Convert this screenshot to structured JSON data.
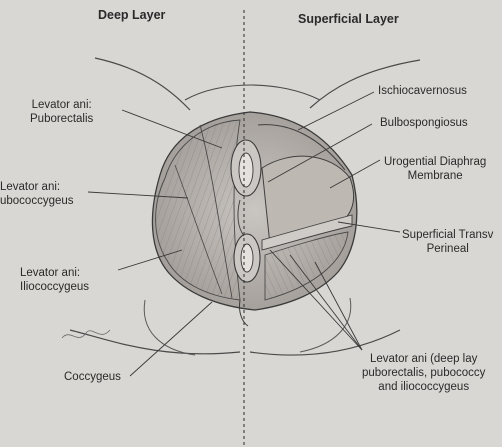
{
  "headings": {
    "deep": "Deep Layer",
    "superficial": "Superficial Layer"
  },
  "labels": {
    "puborectalis": "Levator ani:\nPuborectalis",
    "pubococcygeus": "Levator ani:\nubococcygeus",
    "iliococcygeus": "Levator ani:\nIliococcygeus",
    "coccygeus": "Coccygeus",
    "ischiocavernosus": "Ischiocavernosus",
    "bulbospongiosus": "Bulbospongiosus",
    "urogenital": "Urogential Diaphrag\nMembrane",
    "transverse": "Superficial Transv\nPerineal",
    "levator_deep": "Levator ani (deep lay\npuborectalis, pubococcy\nand iliococcygeus"
  },
  "colors": {
    "background": "#d9d7d4",
    "ink": "#2a2a2a",
    "muscle_fill": "#b7b3ae",
    "muscle_dark": "#8f8a84"
  }
}
